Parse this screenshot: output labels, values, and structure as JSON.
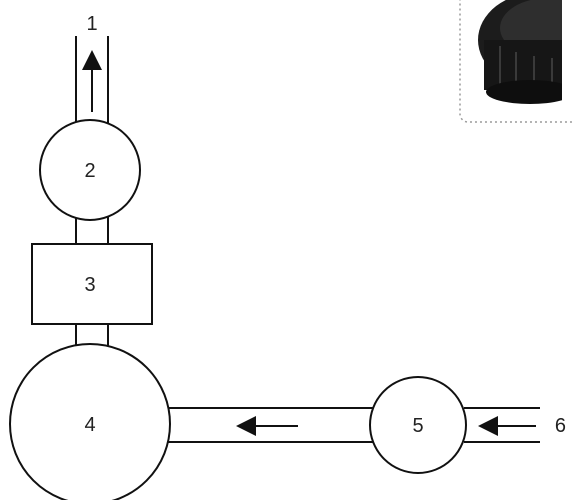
{
  "labels": {
    "outlet": "1",
    "component_2": "2",
    "component_3": "3",
    "component_4": "4",
    "component_5": "5",
    "inlet": "6"
  },
  "colors": {
    "line": "#111111",
    "background": "#ffffff",
    "photo_border": "#9a9a9a"
  },
  "icons": {
    "corner_photo": "dark-mechanical-part-photo"
  }
}
